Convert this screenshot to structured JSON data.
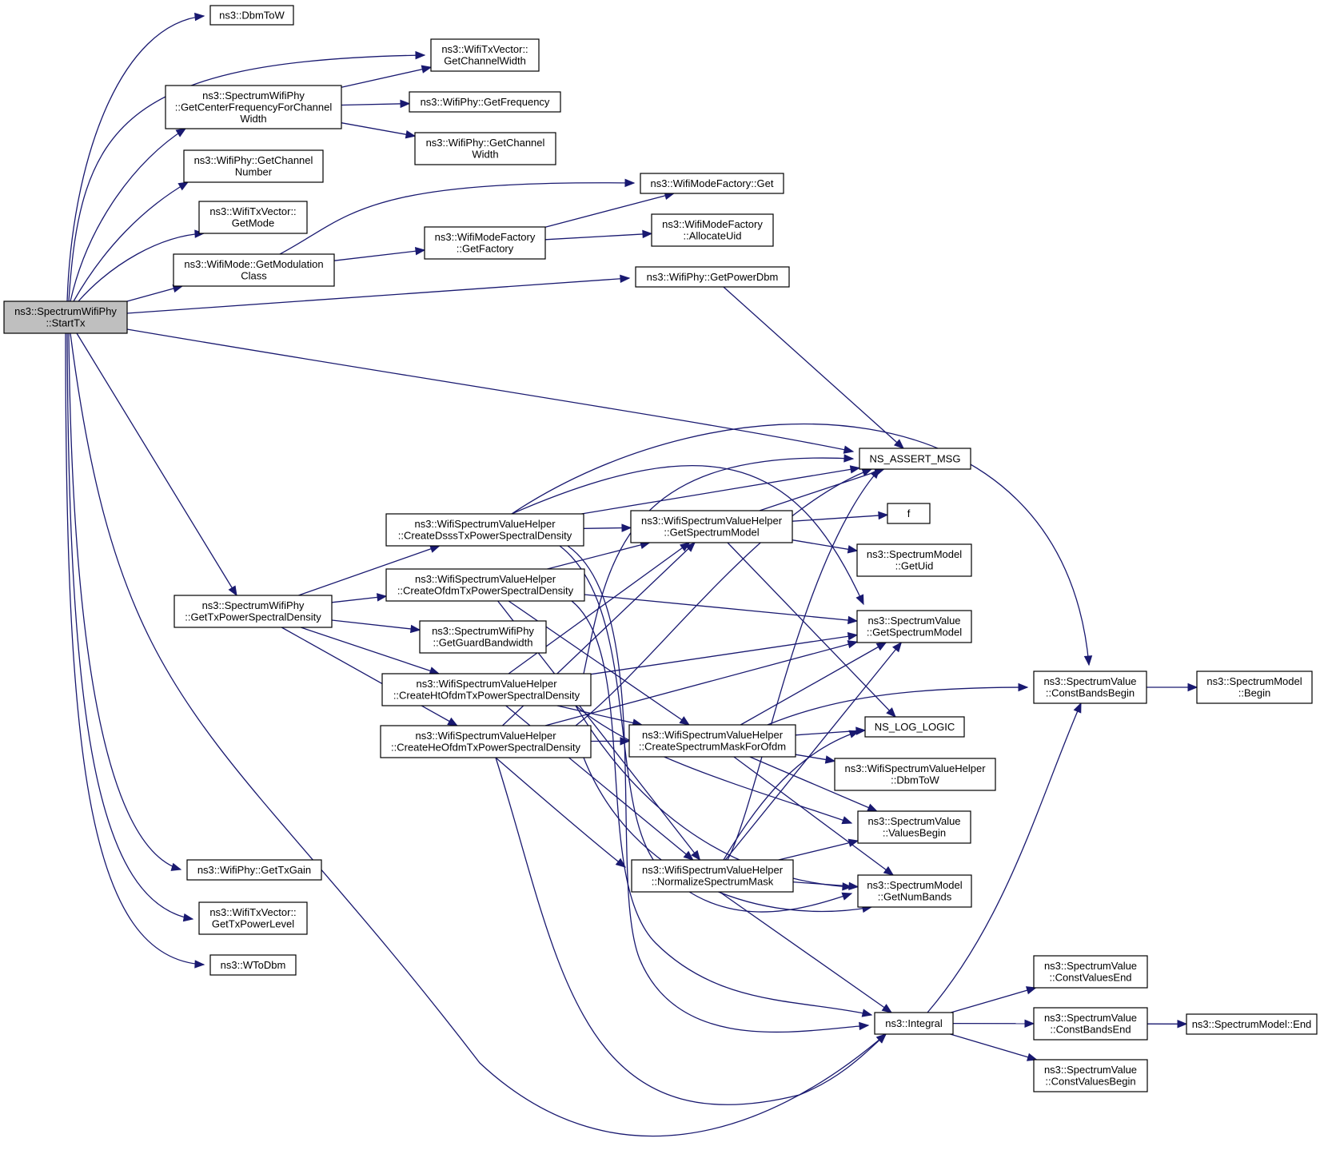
{
  "title": "Call graph of ns3::SpectrumWifiPhy::StartTx",
  "root_node": "StartTx",
  "colors": {
    "edge": "#191970",
    "root_fill": "#bfbfbf",
    "node_fill": "#ffffff",
    "node_border": "#000000"
  },
  "nodes": [
    {
      "id": "StartTx",
      "lines": [
        "ns3::SpectrumWifiPhy",
        "::StartTx"
      ],
      "root": true
    },
    {
      "id": "DbmToW",
      "lines": [
        "ns3::DbmToW"
      ]
    },
    {
      "id": "TxVecGetChannelWidth",
      "lines": [
        "ns3::WifiTxVector::",
        "GetChannelWidth"
      ]
    },
    {
      "id": "GetCenterFreq",
      "lines": [
        "ns3::SpectrumWifiPhy",
        "::GetCenterFrequencyForChannel",
        "Width"
      ]
    },
    {
      "id": "GetFrequency",
      "lines": [
        "ns3::WifiPhy::GetFrequency"
      ]
    },
    {
      "id": "PhyGetChannelWidth",
      "lines": [
        "ns3::WifiPhy::GetChannel",
        "Width"
      ]
    },
    {
      "id": "GetChannelNumber",
      "lines": [
        "ns3::WifiPhy::GetChannel",
        "Number"
      ]
    },
    {
      "id": "GetMode",
      "lines": [
        "ns3::WifiTxVector::",
        "GetMode"
      ]
    },
    {
      "id": "GetModulationClass",
      "lines": [
        "ns3::WifiMode::GetModulation",
        "Class"
      ]
    },
    {
      "id": "ModeFactoryGet",
      "lines": [
        "ns3::WifiModeFactory::Get"
      ]
    },
    {
      "id": "GetFactory",
      "lines": [
        "ns3::WifiModeFactory",
        "::GetFactory"
      ]
    },
    {
      "id": "AllocateUid",
      "lines": [
        "ns3::WifiModeFactory",
        "::AllocateUid"
      ]
    },
    {
      "id": "GetPowerDbm",
      "lines": [
        "ns3::WifiPhy::GetPowerDbm"
      ]
    },
    {
      "id": "NS_ASSERT_MSG",
      "lines": [
        "NS_ASSERT_MSG"
      ]
    },
    {
      "id": "GetTxPSD",
      "lines": [
        "ns3::SpectrumWifiPhy",
        "::GetTxPowerSpectralDensity"
      ]
    },
    {
      "id": "CreateDsss",
      "lines": [
        "ns3::WifiSpectrumValueHelper",
        "::CreateDsssTxPowerSpectralDensity"
      ]
    },
    {
      "id": "CreateOfdm",
      "lines": [
        "ns3::WifiSpectrumValueHelper",
        "::CreateOfdmTxPowerSpectralDensity"
      ]
    },
    {
      "id": "GetGuardBandwidth",
      "lines": [
        "ns3::SpectrumWifiPhy",
        "::GetGuardBandwidth"
      ]
    },
    {
      "id": "CreateHtOfdm",
      "lines": [
        "ns3::WifiSpectrumValueHelper",
        "::CreateHtOfdmTxPowerSpectralDensity"
      ]
    },
    {
      "id": "CreateHeOfdm",
      "lines": [
        "ns3::WifiSpectrumValueHelper",
        "::CreateHeOfdmTxPowerSpectralDensity"
      ]
    },
    {
      "id": "HelperGetSpectrumModel",
      "lines": [
        "ns3::WifiSpectrumValueHelper",
        "::GetSpectrumModel"
      ]
    },
    {
      "id": "f",
      "lines": [
        "f"
      ]
    },
    {
      "id": "GetUid",
      "lines": [
        "ns3::SpectrumModel",
        "::GetUid"
      ]
    },
    {
      "id": "ValueGetSpectrumModel",
      "lines": [
        "ns3::SpectrumValue",
        "::GetSpectrumModel"
      ]
    },
    {
      "id": "ConstBandsBegin",
      "lines": [
        "ns3::SpectrumValue",
        "::ConstBandsBegin"
      ]
    },
    {
      "id": "ModelBegin",
      "lines": [
        "ns3::SpectrumModel",
        "::Begin"
      ]
    },
    {
      "id": "NS_LOG_LOGIC",
      "lines": [
        "NS_LOG_LOGIC"
      ]
    },
    {
      "id": "CreateMask",
      "lines": [
        "ns3::WifiSpectrumValueHelper",
        "::CreateSpectrumMaskForOfdm"
      ]
    },
    {
      "id": "HelperDbmToW",
      "lines": [
        "ns3::WifiSpectrumValueHelper",
        "::DbmToW"
      ]
    },
    {
      "id": "ValuesBegin",
      "lines": [
        "ns3::SpectrumValue",
        "::ValuesBegin"
      ]
    },
    {
      "id": "NormalizeMask",
      "lines": [
        "ns3::WifiSpectrumValueHelper",
        "::NormalizeSpectrumMask"
      ]
    },
    {
      "id": "GetNumBands",
      "lines": [
        "ns3::SpectrumModel",
        "::GetNumBands"
      ]
    },
    {
      "id": "Integral",
      "lines": [
        "ns3::Integral"
      ]
    },
    {
      "id": "ConstValuesEnd",
      "lines": [
        "ns3::SpectrumValue",
        "::ConstValuesEnd"
      ]
    },
    {
      "id": "ConstBandsEnd",
      "lines": [
        "ns3::SpectrumValue",
        "::ConstBandsEnd"
      ]
    },
    {
      "id": "ModelEnd",
      "lines": [
        "ns3::SpectrumModel::End"
      ]
    },
    {
      "id": "ConstValuesBegin",
      "lines": [
        "ns3::SpectrumValue",
        "::ConstValuesBegin"
      ]
    },
    {
      "id": "GetTxGain",
      "lines": [
        "ns3::WifiPhy::GetTxGain"
      ]
    },
    {
      "id": "GetTxPowerLevel",
      "lines": [
        "ns3::WifiTxVector::",
        "GetTxPowerLevel"
      ]
    },
    {
      "id": "WToDbm",
      "lines": [
        "ns3::WToDbm"
      ]
    }
  ],
  "edges": [
    [
      "StartTx",
      "DbmToW"
    ],
    [
      "StartTx",
      "TxVecGetChannelWidth"
    ],
    [
      "StartTx",
      "GetCenterFreq"
    ],
    [
      "StartTx",
      "GetChannelNumber"
    ],
    [
      "StartTx",
      "GetMode"
    ],
    [
      "StartTx",
      "GetModulationClass"
    ],
    [
      "StartTx",
      "GetPowerDbm"
    ],
    [
      "StartTx",
      "NS_ASSERT_MSG"
    ],
    [
      "StartTx",
      "GetTxPSD"
    ],
    [
      "StartTx",
      "GetTxGain"
    ],
    [
      "StartTx",
      "GetTxPowerLevel"
    ],
    [
      "StartTx",
      "WToDbm"
    ],
    [
      "StartTx",
      "Integral"
    ],
    [
      "GetCenterFreq",
      "TxVecGetChannelWidth"
    ],
    [
      "GetCenterFreq",
      "GetFrequency"
    ],
    [
      "GetCenterFreq",
      "PhyGetChannelWidth"
    ],
    [
      "GetModulationClass",
      "ModeFactoryGet"
    ],
    [
      "GetModulationClass",
      "GetFactory"
    ],
    [
      "GetFactory",
      "ModeFactoryGet"
    ],
    [
      "GetFactory",
      "AllocateUid"
    ],
    [
      "GetPowerDbm",
      "NS_ASSERT_MSG"
    ],
    [
      "GetTxPSD",
      "CreateDsss"
    ],
    [
      "GetTxPSD",
      "CreateOfdm"
    ],
    [
      "GetTxPSD",
      "GetGuardBandwidth"
    ],
    [
      "GetTxPSD",
      "CreateHtOfdm"
    ],
    [
      "GetTxPSD",
      "CreateHeOfdm"
    ],
    [
      "CreateDsss",
      "HelperGetSpectrumModel"
    ],
    [
      "CreateDsss",
      "NS_ASSERT_MSG"
    ],
    [
      "CreateDsss",
      "ConstBandsBegin"
    ],
    [
      "CreateDsss",
      "ValueGetSpectrumModel"
    ],
    [
      "CreateDsss",
      "Integral"
    ],
    [
      "CreateDsss",
      "GetNumBands"
    ],
    [
      "CreateOfdm",
      "HelperGetSpectrumModel"
    ],
    [
      "CreateOfdm",
      "ValueGetSpectrumModel"
    ],
    [
      "CreateOfdm",
      "CreateMask"
    ],
    [
      "CreateOfdm",
      "NormalizeMask"
    ],
    [
      "CreateOfdm",
      "Integral"
    ],
    [
      "CreateHtOfdm",
      "HelperGetSpectrumModel"
    ],
    [
      "CreateHtOfdm",
      "NS_ASSERT_MSG"
    ],
    [
      "CreateHtOfdm",
      "ValueGetSpectrumModel"
    ],
    [
      "CreateHtOfdm",
      "CreateMask"
    ],
    [
      "CreateHtOfdm",
      "NormalizeMask"
    ],
    [
      "CreateHtOfdm",
      "GetNumBands"
    ],
    [
      "CreateHtOfdm",
      "ValuesBegin"
    ],
    [
      "CreateHeOfdm",
      "HelperGetSpectrumModel"
    ],
    [
      "CreateHeOfdm",
      "NS_ASSERT_MSG"
    ],
    [
      "CreateHeOfdm",
      "ValueGetSpectrumModel"
    ],
    [
      "CreateHeOfdm",
      "CreateMask"
    ],
    [
      "CreateHeOfdm",
      "NormalizeMask"
    ],
    [
      "CreateHeOfdm",
      "Integral"
    ],
    [
      "CreateHeOfdm",
      "GetNumBands"
    ],
    [
      "HelperGetSpectrumModel",
      "NS_ASSERT_MSG"
    ],
    [
      "HelperGetSpectrumModel",
      "f"
    ],
    [
      "HelperGetSpectrumModel",
      "GetUid"
    ],
    [
      "HelperGetSpectrumModel",
      "NS_LOG_LOGIC"
    ],
    [
      "CreateMask",
      "ValueGetSpectrumModel"
    ],
    [
      "CreateMask",
      "ConstBandsBegin"
    ],
    [
      "CreateMask",
      "NS_LOG_LOGIC"
    ],
    [
      "CreateMask",
      "HelperDbmToW"
    ],
    [
      "CreateMask",
      "ValuesBegin"
    ],
    [
      "CreateMask",
      "GetNumBands"
    ],
    [
      "NormalizeMask",
      "NS_ASSERT_MSG"
    ],
    [
      "NormalizeMask",
      "ValueGetSpectrumModel"
    ],
    [
      "NormalizeMask",
      "NS_LOG_LOGIC"
    ],
    [
      "NormalizeMask",
      "ValuesBegin"
    ],
    [
      "NormalizeMask",
      "GetNumBands"
    ],
    [
      "NormalizeMask",
      "Integral"
    ],
    [
      "ConstBandsBegin",
      "ModelBegin"
    ],
    [
      "Integral",
      "ConstBandsBegin"
    ],
    [
      "Integral",
      "ConstValuesEnd"
    ],
    [
      "Integral",
      "ConstBandsEnd"
    ],
    [
      "Integral",
      "ConstValuesBegin"
    ],
    [
      "ConstBandsEnd",
      "ModelEnd"
    ]
  ]
}
